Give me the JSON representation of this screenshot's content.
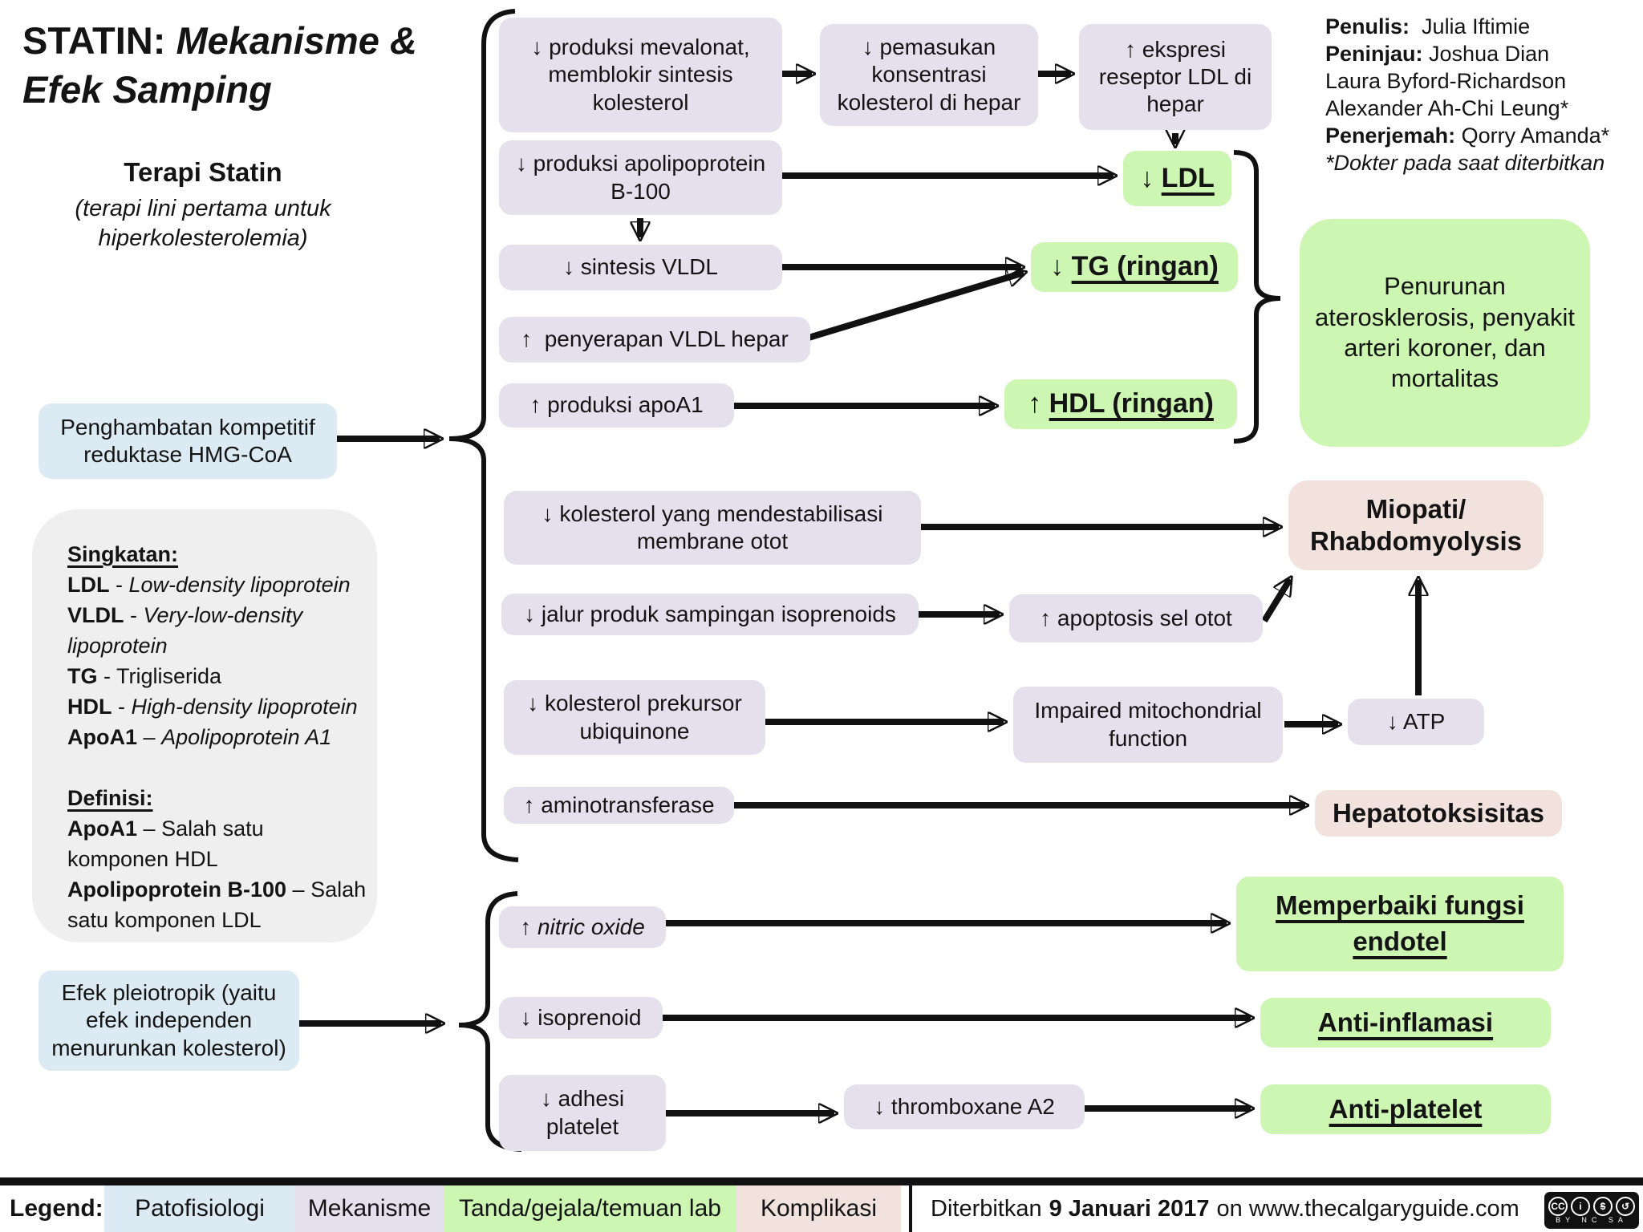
{
  "title": {
    "prefix": "STATIN:",
    "rest": "Mekanisme & Efek Samping"
  },
  "subtitle": {
    "heading": "Terapi Statin",
    "line1": "(terapi lini pertama untuk",
    "line2": "hiperkolesterolemia)"
  },
  "credits": {
    "l1_label": "Penulis:",
    "l1": "Julia Iftimie",
    "l2_label": "Peninjau:",
    "l2": "Joshua Dian",
    "l3": "Laura Byford-Richardson",
    "l4": "Alexander Ah-Chi Leung*",
    "l5_label": "Penerjemah:",
    "l5": "Qorry Amanda*",
    "l6": "*Dokter pada saat diterbitkan"
  },
  "boxes": {
    "mevalonat": {
      "arrow": "↓",
      "text": "produksi mevalonat, memblokir sintesis kolesterol"
    },
    "pemasukan": {
      "arrow": "↓",
      "text": "pemasukan konsentrasi kolesterol di hepar"
    },
    "ekspresi": {
      "arrow": "↑",
      "text": "ekspresi reseptor LDL di hepar"
    },
    "apob100": {
      "arrow": "↓",
      "text": "produksi apolipoprotein B-100"
    },
    "sintesis": {
      "arrow": "↓",
      "text": "sintesis VLDL"
    },
    "penyerapan": {
      "arrow": "↑",
      "text": "penyerapan VLDL hepar"
    },
    "apoa1": {
      "arrow": "↑",
      "text": "produksi apoA1"
    },
    "ldl": {
      "arrow": "↓",
      "text": "LDL"
    },
    "tg": {
      "arrow": "↓",
      "text": "TG (ringan)"
    },
    "hdl": {
      "arrow": "↑",
      "text": "HDL (ringan)"
    },
    "penurunan": {
      "text": "Penurunan aterosklerosis, penyakit arteri koroner, dan mortalitas"
    },
    "penghambatan": {
      "text": "Penghambatan kompetitif reduktase HMG-CoA"
    },
    "mendestabilisasi": {
      "arrow": "↓",
      "text": "kolesterol yang mendestabilisasi membrane otot"
    },
    "jalur": {
      "arrow": "↓",
      "text": "jalur produk sampingan isoprenoids"
    },
    "prekursor": {
      "arrow": "↓",
      "text": "kolesterol prekursor ubiquinone"
    },
    "aminotransferase": {
      "arrow": "↑",
      "text": "aminotransferase"
    },
    "miopati": {
      "line1": "Miopati/",
      "line2": "Rhabdomyolysis"
    },
    "apoptosis": {
      "arrow": "↑",
      "text": "apoptosis sel otot"
    },
    "impaired": {
      "text": "Impaired mitochondrial function"
    },
    "atp": {
      "arrow": "↓",
      "text": "ATP"
    },
    "hepatotoksisitas": {
      "text": "Hepatotoksisitas"
    },
    "nitric": {
      "arrow": "↑",
      "text": "nitric oxide"
    },
    "isoprenoid": {
      "arrow": "↓",
      "text": "isoprenoid"
    },
    "adhesi": {
      "arrow": "↓",
      "text": "adhesi platelet"
    },
    "thromboxane": {
      "arrow": "↓",
      "text": "thromboxane A2"
    },
    "memperbaiki": {
      "text": "Memperbaiki fungsi endotel"
    },
    "antiinflamasi": {
      "text": "Anti-inflamasi"
    },
    "antiplatelet": {
      "text": "Anti-platelet"
    },
    "efek": {
      "text": "Efek pleiotropik (yaitu efek independen menurunkan kolesterol)"
    }
  },
  "abbreviations": {
    "heading": "Singkatan:",
    "items": [
      {
        "term": "LDL",
        "sep": "-",
        "desc": "Low-density lipoprotein"
      },
      {
        "term": "VLDL",
        "sep": "-",
        "desc": "Very-low-density lipoprotein"
      },
      {
        "term": "TG",
        "sep": "-",
        "desc": "Trigliserida"
      },
      {
        "term": "HDL",
        "sep": "-",
        "desc": "High-density lipoprotein"
      },
      {
        "term": "ApoA1",
        "sep": "–",
        "desc": "Apolipoprotein A1"
      }
    ]
  },
  "definitions": {
    "heading": "Definisi:",
    "items": [
      {
        "term": "ApoA1",
        "sep": "–",
        "desc": "Salah satu komponen HDL"
      },
      {
        "term": "Apolipoprotein B-100",
        "sep": "–",
        "desc": "Salah satu komponen LDL"
      }
    ]
  },
  "legend": {
    "label": "Legend:",
    "items": [
      {
        "label": "Patofisiologi",
        "color": "#dcebf3"
      },
      {
        "label": "Mekanisme",
        "color": "#e4e0ec"
      },
      {
        "label": "Tanda/gejala/temuan lab",
        "color": "#ccf6b2"
      },
      {
        "label": "Komplikasi",
        "color": "#f1e2de"
      }
    ]
  },
  "footer": {
    "published_prefix": "Diterbitkan",
    "published_date": "9 Januari 2017",
    "published_suffix": "on www.thecalgaryguide.com",
    "cc": {
      "cc": "CC",
      "by": "i",
      "nc": "$",
      "sa": "↺",
      "labels": "BY NC SA"
    }
  },
  "colors": {
    "mechanism": "#e4e0ec",
    "lab_sign": "#ccf6b2",
    "pathophysiology": "#dcebf3",
    "complication": "#f1e2de",
    "panel_gray": "#f0eff0",
    "line": "#111111"
  }
}
